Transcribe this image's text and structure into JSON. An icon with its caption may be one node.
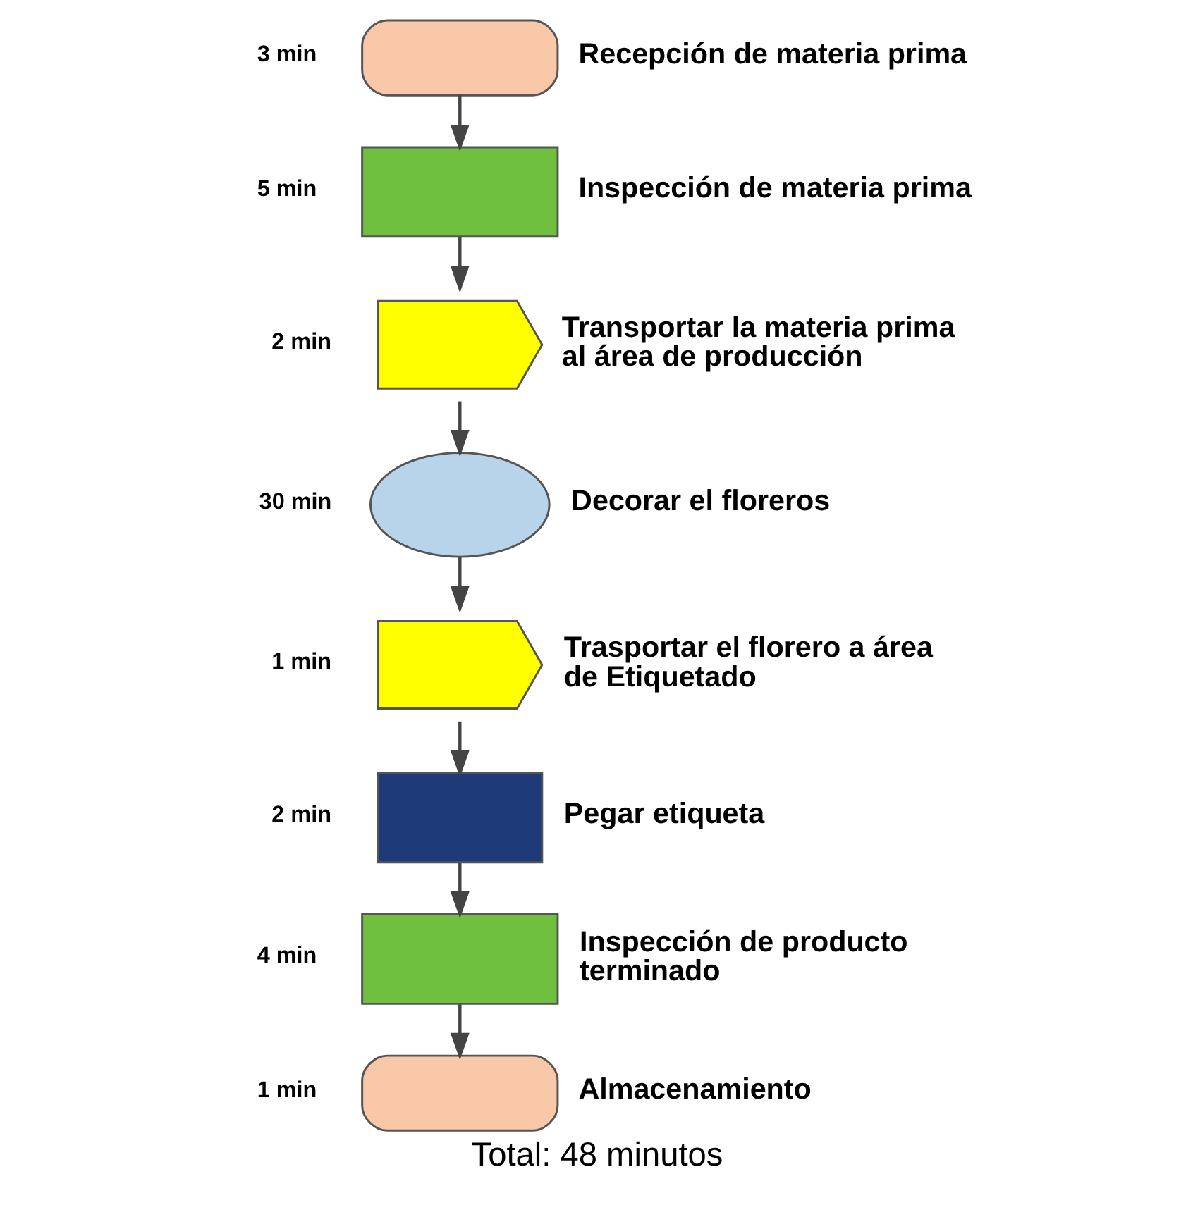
{
  "diagram": {
    "caption": "Total: 48 minutos",
    "nodes": [
      {
        "text": [],
        "shape": "oval",
        "beside": [
          "3 min",
          "Recepción de materia prima"
        ]
      },
      {
        "text": [],
        "shape": "box",
        "beside": [
          "5 min",
          "Inspección de materia prima"
        ]
      },
      {
        "text": [],
        "shape": "pentagon",
        "beside": [
          "2 min",
          "Transportar la materia prima al área de producción"
        ]
      },
      {
        "text": [],
        "shape": "circle",
        "beside": [
          "30 min",
          "Decorar el floreros"
        ]
      },
      {
        "text": [],
        "shape": "pentagon",
        "beside": [
          "1 min",
          "Trasportar el florero a área de Etiquetado"
        ]
      },
      {
        "text": [],
        "shape": "storage",
        "beside": [
          "2 min",
          "Pegar etiqueta"
        ]
      },
      {
        "text": [],
        "shape": "box",
        "beside": [
          "4 min",
          "Inspección de producto terminado"
        ]
      },
      {
        "text": [],
        "shape": "oval",
        "beside": [
          "1 min",
          "Almacenamiento"
        ]
      }
    ],
    "edges": [
      {
        "from": 0,
        "to": 1,
        "arrow": "to"
      },
      {
        "from": 1,
        "to": 2,
        "arrow": "to"
      },
      {
        "from": 2,
        "to": 3,
        "arrow": "to"
      },
      {
        "from": 3,
        "to": 4,
        "arrow": "to"
      },
      {
        "from": 4,
        "to": 5,
        "arrow": "to"
      },
      {
        "from": 5,
        "to": 6,
        "arrow": "to"
      },
      {
        "from": 6,
        "to": 7,
        "arrow": "to"
      }
    ]
  }
}
